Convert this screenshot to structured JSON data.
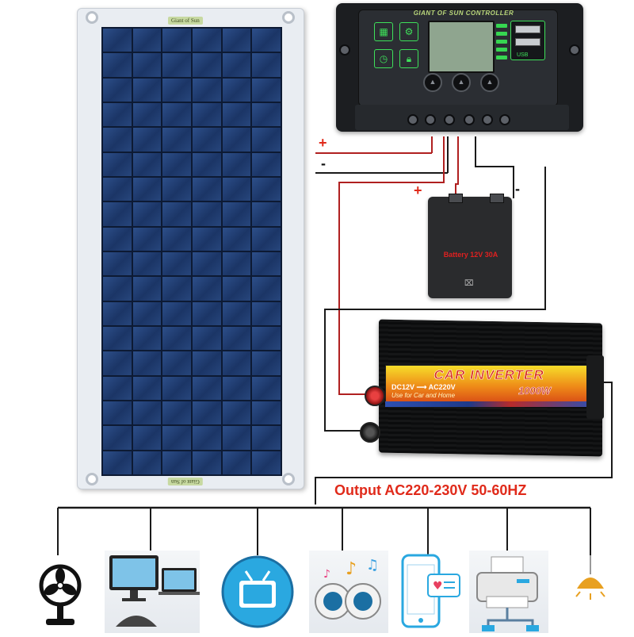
{
  "solar_panel": {
    "brand_top": "Giant of Sun",
    "brand_bottom": "Giant of Sun"
  },
  "controller": {
    "title": "GIANT OF SUN CONTROLLER",
    "usb_label": "USB",
    "buttons": [
      "▲",
      "▲",
      "▲"
    ]
  },
  "battery": {
    "label": "Battery  12V 30A"
  },
  "inverter": {
    "title": "CAR INVERTER",
    "subtitle": "DC12V ⟶ AC220V",
    "tagline": "Use for Car and Home",
    "power": "1000W"
  },
  "signs": {
    "controller_plus": "+",
    "controller_minus": "-",
    "battery_plus": "+",
    "battery_minus": "-"
  },
  "output": {
    "label": "Output  AC220-230V 50-60HZ"
  },
  "colors": {
    "wire_red": "#b02020",
    "wire_black": "#1a1a1a",
    "accent_red": "#e02a1a",
    "controller_green": "#3ee05a"
  },
  "appliances": [
    "fan-icon",
    "computer-icon",
    "tv-icon",
    "speaker-icon",
    "phone-icon",
    "printer-icon",
    "lamp-icon"
  ]
}
